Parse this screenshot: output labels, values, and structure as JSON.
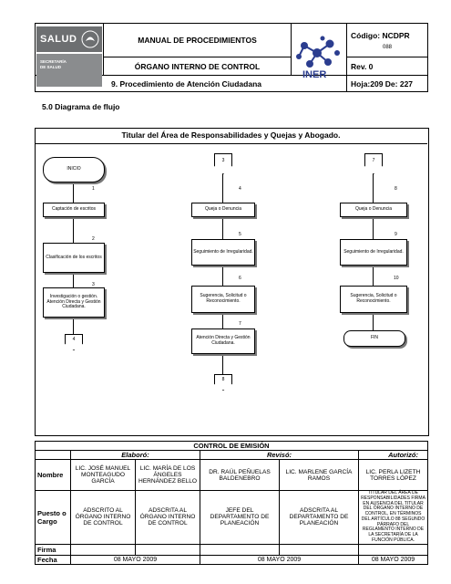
{
  "header": {
    "title": "MANUAL DE PROCEDIMIENTOS",
    "codigo_label": "Código: NCDPR",
    "codigo_num": "088",
    "organo": "ÓRGANO INTERNO DE CONTROL",
    "rev": "Rev. 0",
    "procedimiento": "9. Procedimiento de Atención Ciudadana",
    "hoja": "Hoja:209  De: 227",
    "logo_salud": "SALUD",
    "logo_salud_sub1": "SECRETARÍA",
    "logo_salud_sub2": "DE SALUD",
    "logo_iner": "INER"
  },
  "section_title": "5.0 Diagrama de flujo",
  "flow_title": "Titular del Área de Responsabilidades y Quejas y Abogado.",
  "flow": {
    "inicio": "INICIO",
    "n1": "1",
    "b1": "Captación de escritos",
    "n2": "2",
    "b2": "Clasificación de los escritos",
    "n3": "3",
    "b3": "Investigación o gestión. Atención Directa y Gestión Ciudadana.",
    "conn4": "4",
    "conn3": "3",
    "n4": "4",
    "b4": "Queja o Denuncia",
    "n5": "5",
    "b5": "Seguimiento de Irregularidad.",
    "n6": "6",
    "b6": "Sugerencia, Solicitud o Reconocimiento.",
    "n7": "7",
    "b7": "Atención Directa y Gestión Ciudadana.",
    "conn8": "8",
    "conn7": "7",
    "n8": "8",
    "b8": "Queja o Denuncia",
    "n9": "9",
    "b9": "Seguimiento de Irregularidad.",
    "n10": "10",
    "b10": "Sugerencia, Solicitud o Reconocimiento.",
    "fin": "FIN"
  },
  "control": {
    "title": "CONTROL DE EMISIÓN",
    "elaboro": "Elaboró:",
    "reviso": "Revisó:",
    "autorizo": "Autorizó:",
    "nombre_label": "Nombre",
    "puesto_label": "Puesto o Cargo",
    "firma_label": "Firma",
    "fecha_label": "Fecha",
    "nombres": [
      "LIC. JOSÉ MANUEL MONTEAGUDO GARCÍA",
      "LIC. MARÍA DE LOS ÁNGELES HERNÁNDEZ BELLO",
      "DR. RAÚL PEÑUELAS BALDENEBRO",
      "LIC. MARLENE GARCÍA RAMOS",
      "LIC. PERLA LIZETH TORRES LÓPEZ"
    ],
    "puestos": [
      "ADSCRITO AL ÓRGANO INTERNO DE CONTROL",
      "ADSCRITA AL ÓRGANO INTERNO DE CONTROL",
      "JEFE DEL DEPARTAMENTO DE PLANEACIÓN",
      "ADSCRITA AL DEPARTAMENTO DE PLANEACIÓN",
      "TITULAR DEL ÁREA DE RESPONSABILIDADES FIRMA EN AUSENCIA DEL TITULAR DEL ÓRGANO INTERNO DE CONTROL, EN TÉRMINOS DEL ARTÍCULO  88 SEGUNDO PÁRRAFO DEL REGLAMENTO INTERNO DE LA SECRETARÍA DE LA FUNCIÓN PÚBLICA."
    ],
    "fechas": [
      "08 MAYO 2009",
      "08 MAYO 2009",
      "08 MAYO 2009"
    ]
  }
}
